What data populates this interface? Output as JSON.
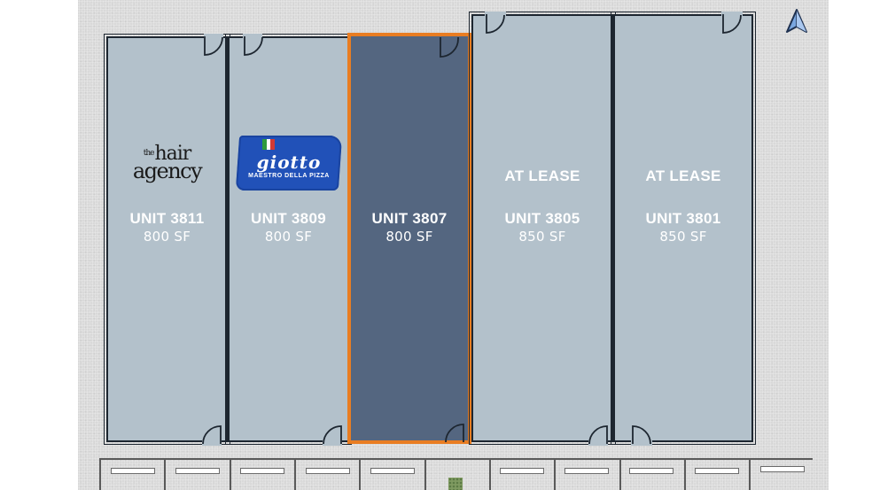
{
  "site_plan": {
    "north_arrow": "north-arrow-icon",
    "highlight_color": "#e97d22",
    "available_fill": "#546680",
    "unit_fill": "#b3c1cb",
    "units": [
      {
        "id": "3811",
        "name": "UNIT 3811",
        "area": "800 SF",
        "tenant_logo": {
          "line1_prefix": "the",
          "line1": "hair",
          "line2": "agency"
        },
        "status": "leased",
        "selected": false
      },
      {
        "id": "3809",
        "name": "UNIT 3809",
        "area": "800 SF",
        "tenant_logo": {
          "wordmark": "giotto",
          "tagline": "MAESTRO DELLA PIZZA"
        },
        "status": "leased",
        "selected": false
      },
      {
        "id": "3807",
        "name": "UNIT 3807",
        "area": "800 SF",
        "status": "available",
        "selected": true
      },
      {
        "id": "3805",
        "name": "UNIT 3805",
        "area": "850 SF",
        "label": "AT LEASE",
        "status": "at-lease",
        "selected": false
      },
      {
        "id": "3801",
        "name": "UNIT 3801",
        "area": "850 SF",
        "label": "AT LEASE",
        "status": "at-lease",
        "selected": false
      }
    ],
    "parking": {
      "stall_count": 11,
      "landscape_island": "shrub-icon"
    }
  }
}
